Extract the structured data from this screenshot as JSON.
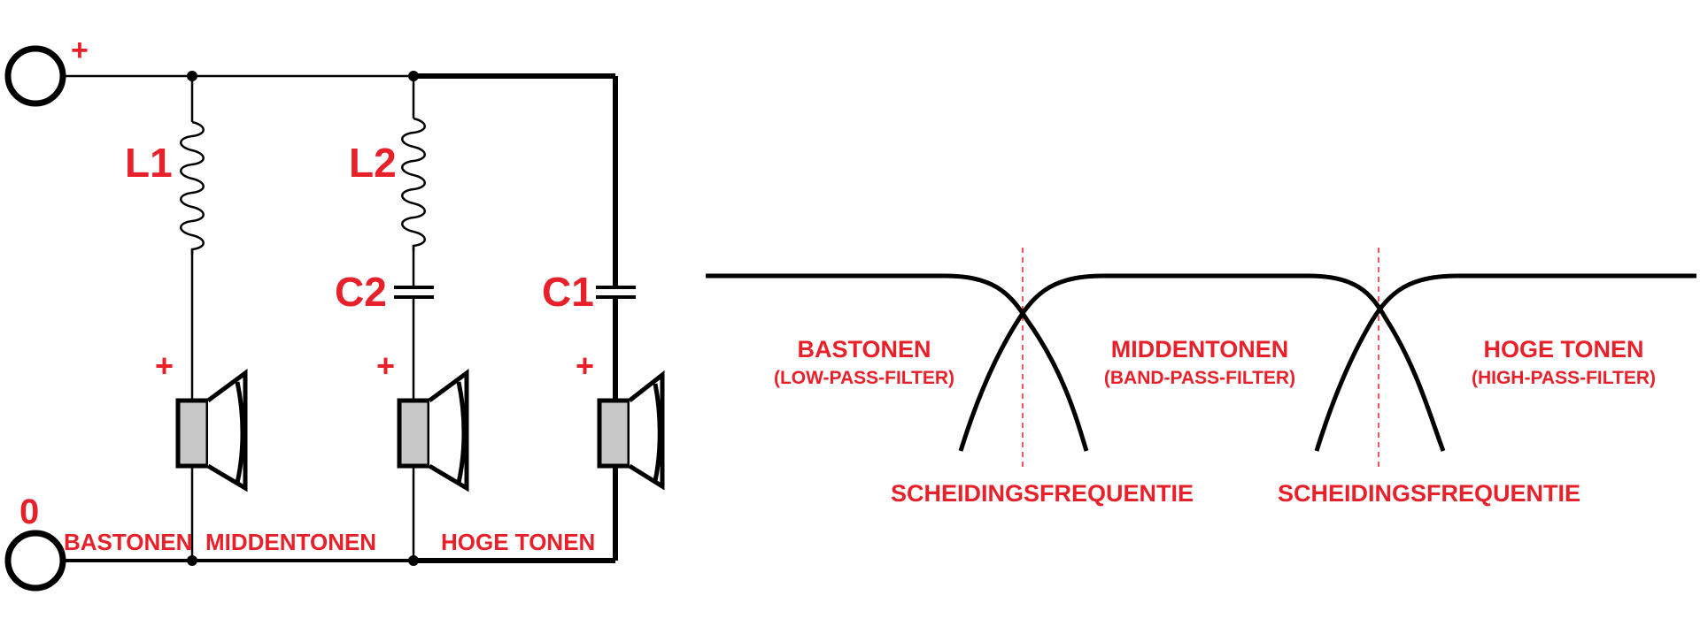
{
  "colors": {
    "accent": "#e8202a",
    "line": "#000000",
    "driver_body": "#c8c8c8"
  },
  "circuit": {
    "terminal_plus": "+",
    "terminal_zero": "0",
    "components": {
      "l1": "L1",
      "l2": "L2",
      "c1": "C1",
      "c2": "C2"
    },
    "driver_polarity": "+",
    "branches": {
      "bass": "BASTONEN",
      "mid": "MIDDENTONEN",
      "high": "HOGE TONEN"
    }
  },
  "response": {
    "bands": {
      "low": {
        "name": "BASTONEN",
        "filter": "(LOW-PASS-FILTER)"
      },
      "mid": {
        "name": "MIDDENTONEN",
        "filter": "(BAND-PASS-FILTER)"
      },
      "high": {
        "name": "HOGE TONEN",
        "filter": "(HIGH-PASS-FILTER)"
      }
    },
    "crossover_label": "SCHEIDINGSFREQUENTIE"
  }
}
